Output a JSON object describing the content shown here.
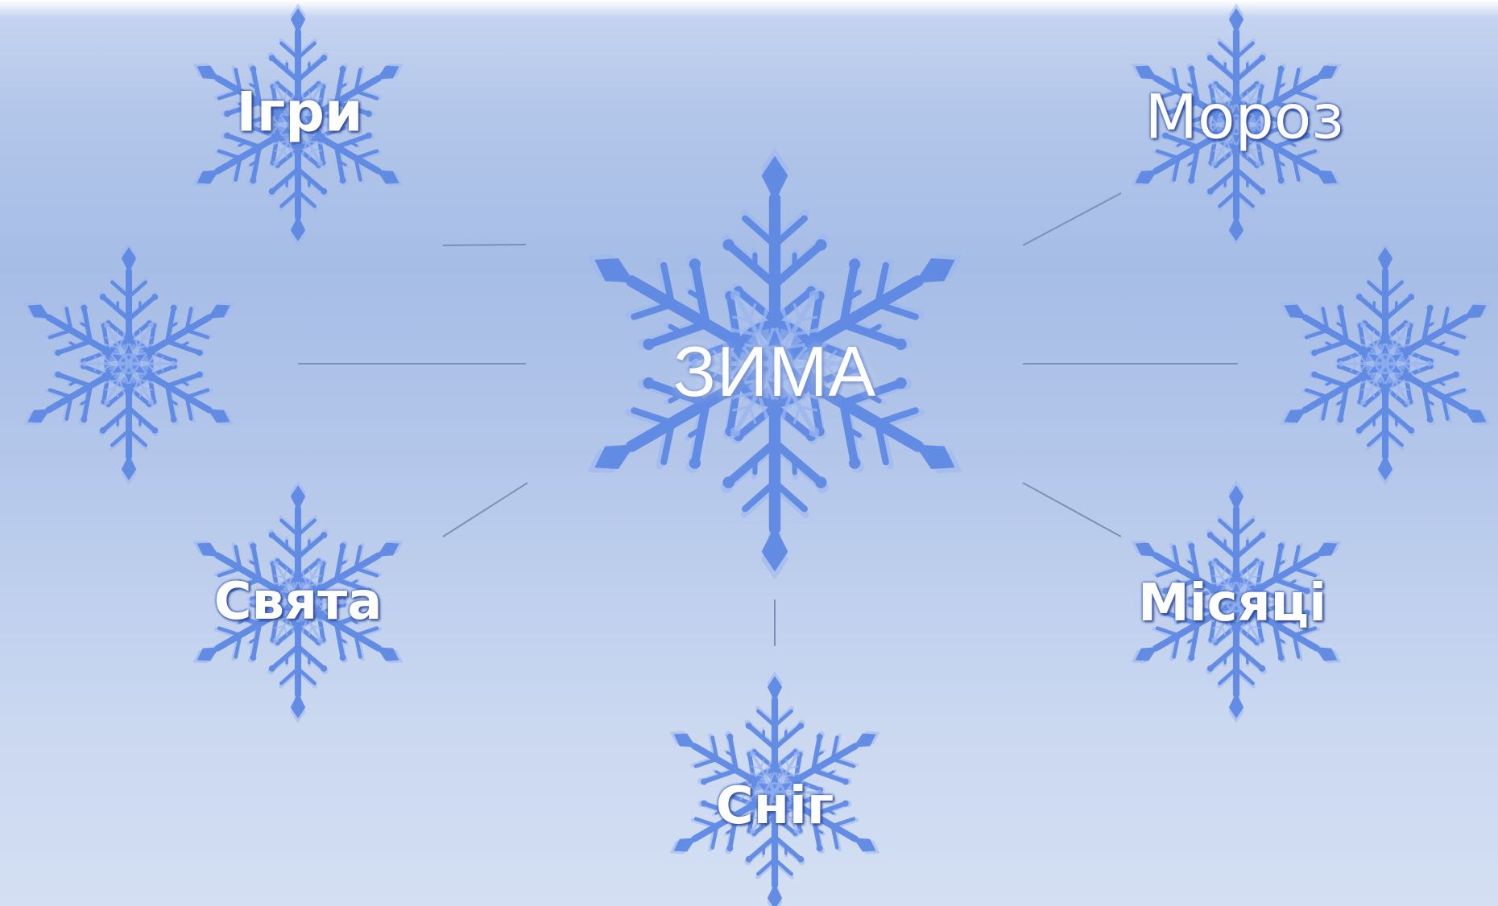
{
  "diagram": {
    "center": {
      "label": "ЗИМА",
      "icon": "snowflake-icon"
    },
    "nodes": [
      {
        "id": "igry",
        "label": "Ігри",
        "icon": "snowflake-icon"
      },
      {
        "id": "moroz",
        "label": "Мороз",
        "icon": "snowflake-icon"
      },
      {
        "id": "left-blank",
        "label": "",
        "icon": "snowflake-icon"
      },
      {
        "id": "right-blank",
        "label": "",
        "icon": "snowflake-icon"
      },
      {
        "id": "sviata",
        "label": "Свята",
        "icon": "snowflake-icon"
      },
      {
        "id": "misiatsi",
        "label": "Місяці",
        "icon": "snowflake-icon"
      },
      {
        "id": "snih",
        "label": "Сніг",
        "icon": "snowflake-icon"
      }
    ]
  },
  "colors": {
    "snowflake_main": "#5b86e3",
    "snowflake_light": "#9ab6f0",
    "connector": "#7c8fb4",
    "label_text": "#ffffff"
  }
}
